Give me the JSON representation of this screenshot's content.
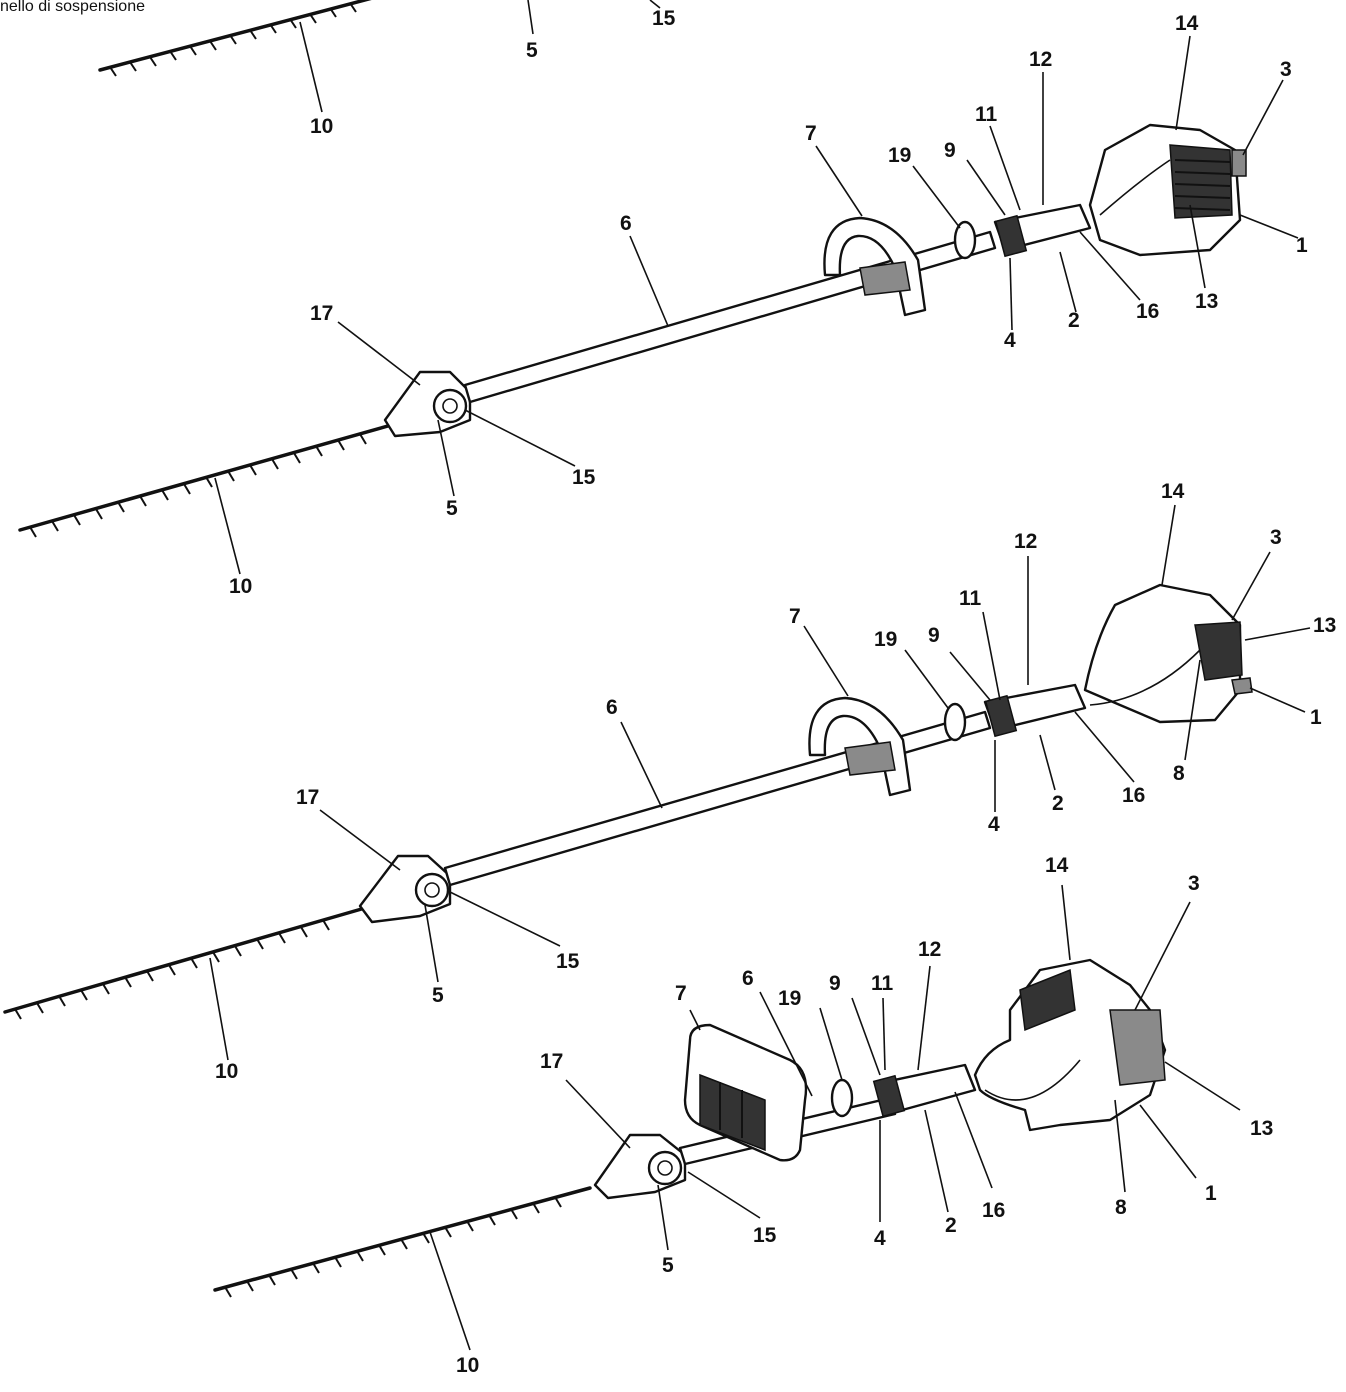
{
  "caption": "nello di sospensione",
  "labels": {
    "p1": "1",
    "p2": "2",
    "p3": "3",
    "p4": "4",
    "p5": "5",
    "p6": "6",
    "p7": "7",
    "p8": "8",
    "p9": "9",
    "p10": "10",
    "p11": "11",
    "p12": "12",
    "p13": "13",
    "p14": "14",
    "p15": "15",
    "p16": "16",
    "p17": "17",
    "p19": "19"
  },
  "colors": {
    "ink": "#111111",
    "paper": "#ffffff"
  }
}
